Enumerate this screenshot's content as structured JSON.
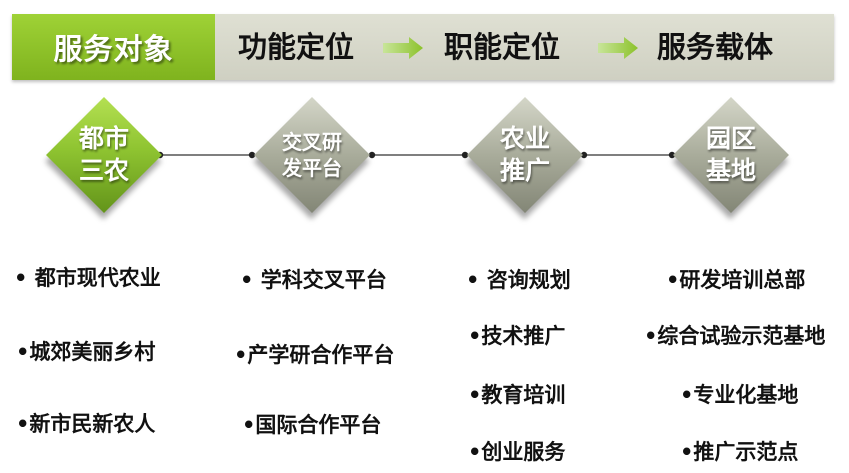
{
  "header": {
    "first": "服务对象",
    "items": [
      "功能定位",
      "职能定位",
      "服务载体"
    ],
    "accent_color": "#8cc22b",
    "bar_color": "#d6d7ca",
    "arrow_icon": "right-arrow-icon"
  },
  "nodes": [
    {
      "line1": "都市",
      "line2": "三农",
      "color": "#8cc22b"
    },
    {
      "line1": "交叉研",
      "line2": "发平台",
      "color": "#a9ac9b"
    },
    {
      "line1": "农业",
      "line2": "推广",
      "color": "#a9ac9b"
    },
    {
      "line1": "园区",
      "line2": "基地",
      "color": "#a9ac9b"
    }
  ],
  "columns": [
    {
      "items": [
        "• 都市现代农业",
        "•城郊美丽乡村",
        "•新市民新农人"
      ]
    },
    {
      "items": [
        "• 学科交叉平台",
        "•产学研合作平台",
        "•国际合作平台"
      ]
    },
    {
      "items": [
        "• 咨询规划",
        "•技术推广",
        "•教育培训",
        "•创业服务"
      ]
    },
    {
      "items": [
        "•研发培训总部",
        "•综合试验示范基地",
        "•专业化基地",
        "•推广示范点"
      ]
    }
  ]
}
